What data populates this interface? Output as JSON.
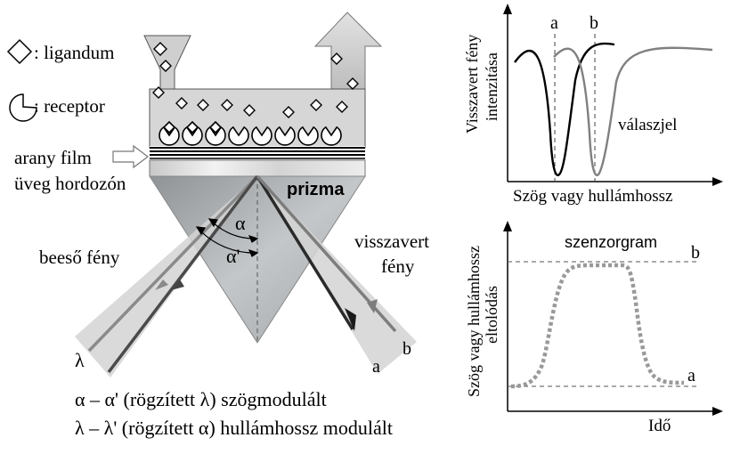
{
  "legend": {
    "ligand_label": ": ligandum",
    "receptor_label": ": receptor",
    "ligand_icon": "diamond-icon",
    "receptor_icon": "pacman-icon"
  },
  "labels": {
    "gold_film": "arany film",
    "glass_substrate": "üveg hordozón",
    "prism": "prizma",
    "incident_light": "beeső fény",
    "reflected_light_1": "visszavert",
    "reflected_light_2": "fény",
    "alpha": "α",
    "alpha_prime": "α'",
    "lambda": "λ",
    "beam_a": "a",
    "beam_b": "b",
    "modulation_angle": "α – α' (rögzített λ) szögmodulált",
    "modulation_wavelength": "λ – λ' (rögzített α) hullámhossz modulált"
  },
  "top_chart": {
    "ylabel_1": "Visszavert fény",
    "ylabel_2": "intenzitása",
    "xlabel": "Szög vagy hullámhossz",
    "marker_a": "a",
    "marker_b": "b",
    "response_label": "válaszjel"
  },
  "bottom_chart": {
    "title": "szenzorgram",
    "ylabel_1": "Szög vagy hullámhossz",
    "ylabel_2": "eltolódás",
    "xlabel": "Idő",
    "level_a": "a",
    "level_b": "b"
  },
  "colors": {
    "curve_a": "#000000",
    "curve_b": "#808080",
    "sensorgram": "#999999",
    "prism_fill": "#a9acae",
    "chamber_fill": "#d6d6d6"
  }
}
